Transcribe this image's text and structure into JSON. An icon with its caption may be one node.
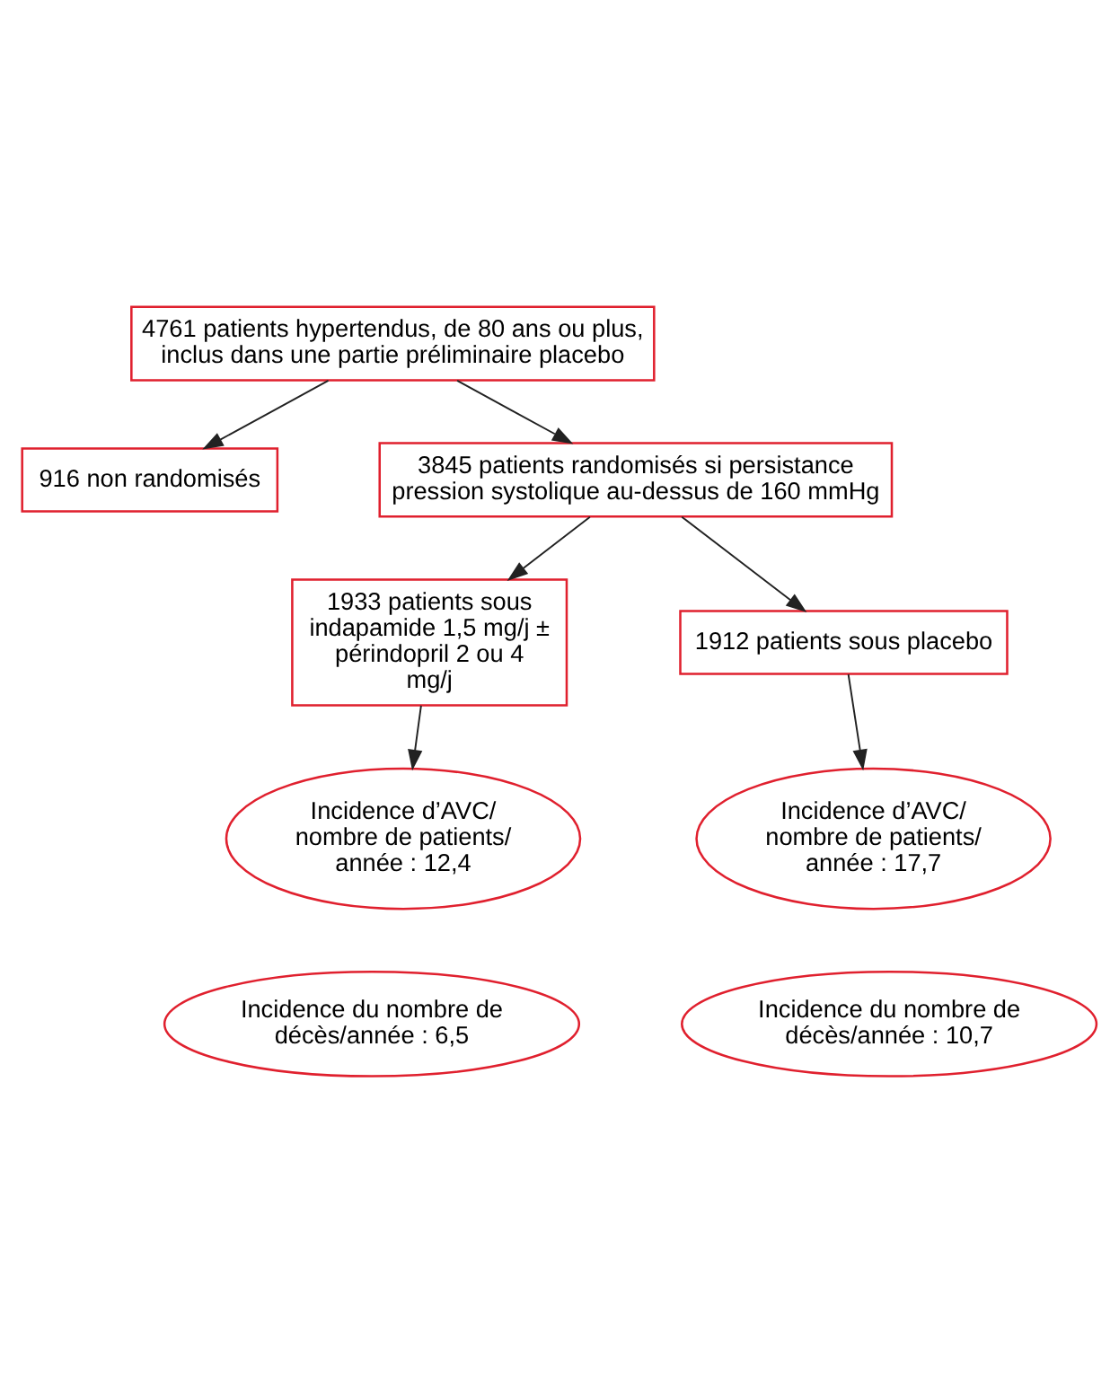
{
  "diagram": {
    "nodes": [
      {
        "text": [
          "4761 patients hypertendus, de 80 ans ou plus, inclus dans une partie préliminaire placebo"
        ]
      },
      {
        "text": [
          "916 non randomisés"
        ]
      },
      {
        "text": [
          "3845 patients randomisés si persistance pression systolique au-dessus de 160 mmHg"
        ]
      },
      {
        "text": [
          "1933 patients sous indapamide 1,5 mg/j ± périndopril 2 ou 4 mg/j"
        ]
      },
      {
        "text": [
          "1912 patients sous placebo"
        ]
      },
      {
        "text": [
          "Incidence d’AVC/ nombre de patients/ année : 12,4"
        ]
      },
      {
        "text": [
          "Incidence d’AVC/ nombre de patients/ année : 17,7"
        ]
      },
      {
        "text": [
          "Incidence du nombre de décès/année : 6,5"
        ]
      },
      {
        "text": [
          "Incidence du nombre de décès/année : 10,7"
        ]
      }
    ],
    "edges": [
      {
        "from": 0,
        "to": 1,
        "arrow": "to"
      },
      {
        "from": 0,
        "to": 2,
        "arrow": "to"
      },
      {
        "from": 2,
        "to": 3,
        "arrow": "to"
      },
      {
        "from": 2,
        "to": 4,
        "arrow": "to"
      },
      {
        "from": 3,
        "to": 5,
        "arrow": "to"
      },
      {
        "from": 4,
        "to": 6,
        "arrow": "to"
      }
    ]
  }
}
